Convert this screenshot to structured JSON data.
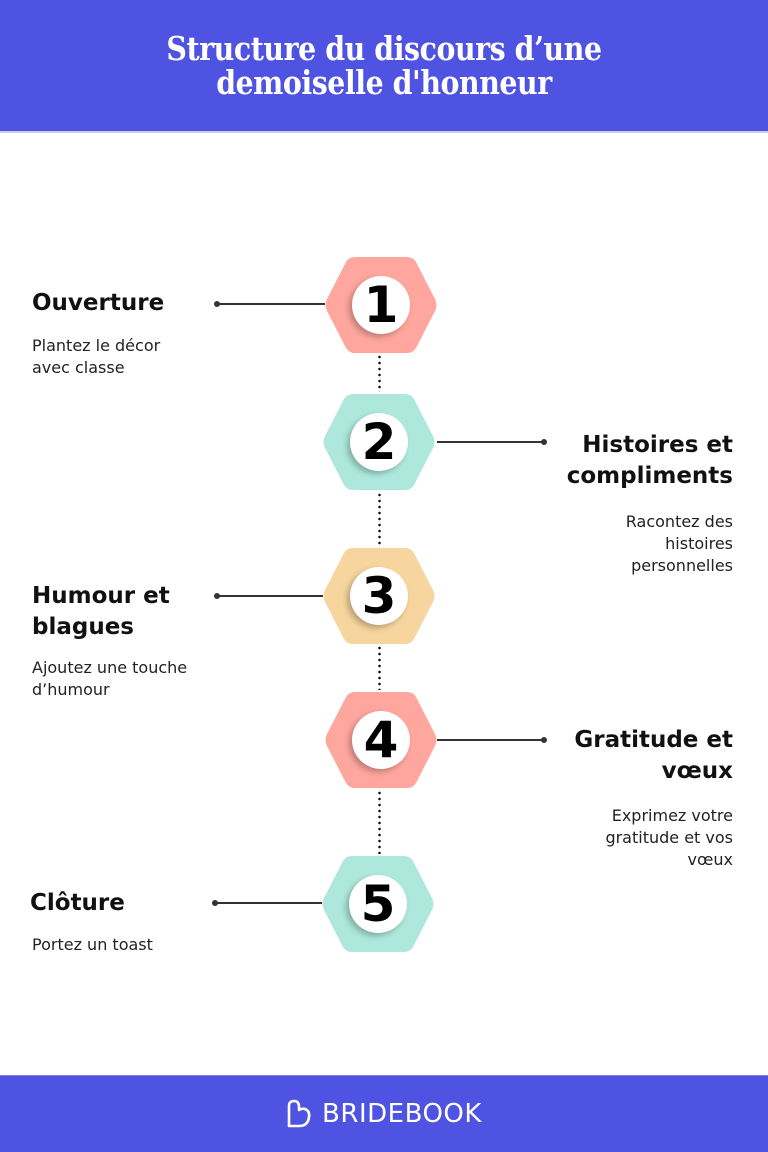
{
  "header": {
    "title": "Structure du discours d’une demoiselle d'honneur",
    "background": "#4f53e1"
  },
  "footer": {
    "brand_icon": "heart-outline-icon",
    "brand_name": "BRIDEBOOK"
  },
  "steps": [
    {
      "number": "1",
      "title": "Ouverture",
      "description": "Plantez le décor\navec classe",
      "side": "left",
      "color": "#ffa69e"
    },
    {
      "number": "2",
      "title": "Histoires et\ncompliments",
      "description": "Racontez des\nhistoires\npersonnelles",
      "side": "right",
      "color": "#aee8dc"
    },
    {
      "number": "3",
      "title": "Humour et\nblagues",
      "description": "Ajoutez une touche\nd’humour",
      "side": "left",
      "color": "#f6d59e"
    },
    {
      "number": "4",
      "title": "Gratitude et\nvœux",
      "description": "Exprimez votre\ngratitude et vos\nvœux",
      "side": "right",
      "color": "#ffa69e"
    },
    {
      "number": "5",
      "title": "Clôture",
      "description": "Portez un toast",
      "side": "left",
      "color": "#aee8dc"
    }
  ]
}
